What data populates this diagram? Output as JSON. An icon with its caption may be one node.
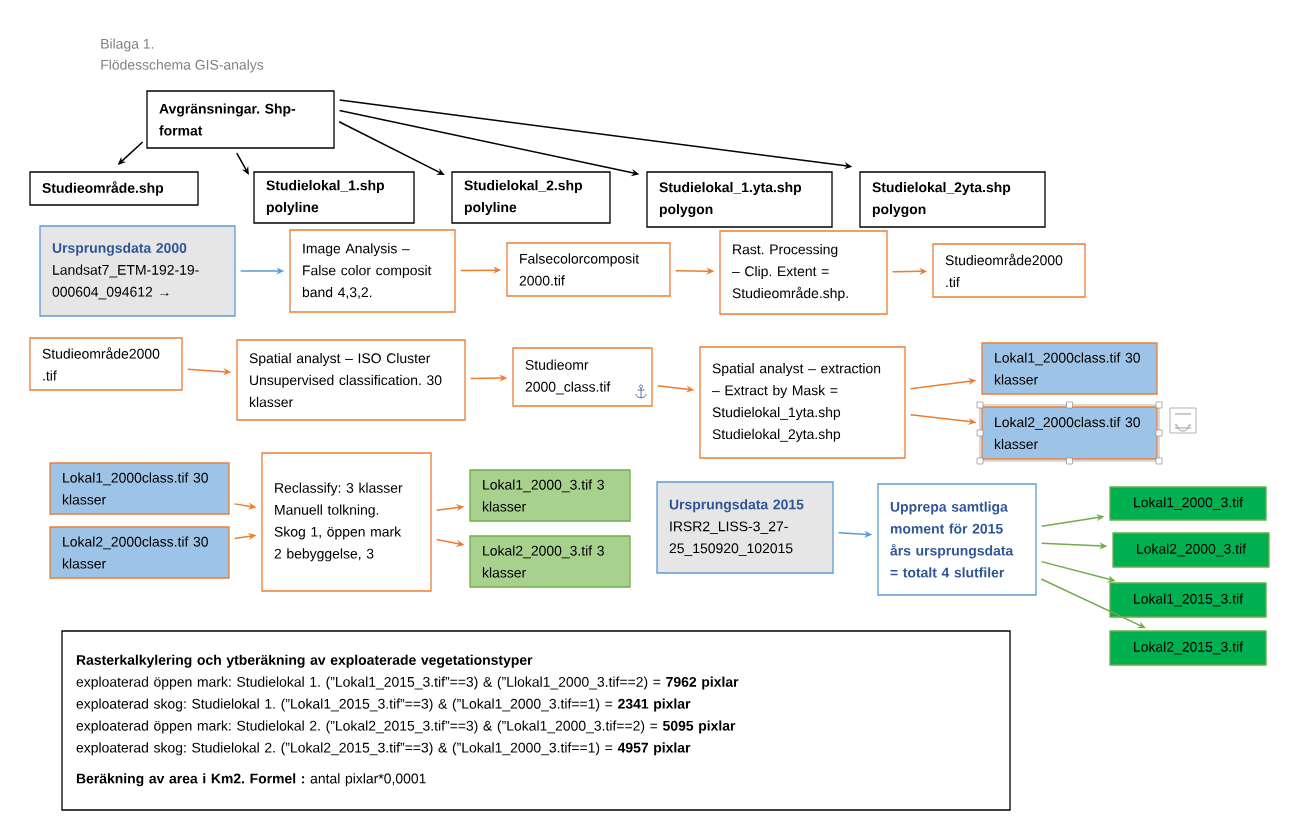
{
  "diagram": {
    "title": "Flödesschema GIS-analys",
    "labels": [
      "Bilaga 1."
    ],
    "nodes": [
      {
        "text": [
          "Avgränsningar. Shp-format"
        ]
      },
      {
        "text": [
          "Studieområde.shp"
        ]
      },
      {
        "text": [
          "Studielokal_1.shp polyline"
        ]
      },
      {
        "text": [
          "Studielokal_2.shp polyline"
        ]
      },
      {
        "text": [
          "Studielokal_1.yta.shp polygon"
        ]
      },
      {
        "text": [
          "Studielokal_2yta.shp polygon"
        ]
      },
      {
        "text": [
          "Ursprungsdata 2000",
          "Landsat7_ETM-192-19-000604_094612 →"
        ]
      },
      {
        "text": [
          "Image Analysis – False color composit band 4,3,2."
        ]
      },
      {
        "text": [
          "Falsecolorcomposit 2000.tif"
        ]
      },
      {
        "text": [
          "Rast. Processing – Clip. Extent = Studieområde.shp."
        ]
      },
      {
        "text": [
          "Studieområde2000 .tif"
        ]
      },
      {
        "text": [
          "Studieområde2000 .tif"
        ]
      },
      {
        "text": [
          "Spatial analyst – ISO Cluster Unsupervised classification. 30 klasser"
        ]
      },
      {
        "text": [
          "Studieomr 2000_class.tif"
        ]
      },
      {
        "text": [
          "Spatial analyst – extraction – Extract by Mask = Studielokal_1yta.shp Studielokal_2yta.shp"
        ]
      },
      {
        "text": [
          "Lokal1_2000class.tif 30 klasser"
        ]
      },
      {
        "text": [
          "Lokal2_2000class.tif 30 klasser"
        ]
      },
      {
        "text": [
          "Lokal1_2000class.tif 30 klasser"
        ]
      },
      {
        "text": [
          "Lokal2_2000class.tif 30 klasser"
        ]
      },
      {
        "text": [
          "Reclassify: 3 klasser Manuell tolkning. Skog 1, öppen mark 2 bebyggelse, 3"
        ]
      },
      {
        "text": [
          "Lokal1_2000_3.tif 3 klasser"
        ]
      },
      {
        "text": [
          "Lokal2_2000_3.tif 3 klasser"
        ]
      },
      {
        "text": [
          "Ursprungsdata 2015",
          "IRSR2_LISS-3_27-25_150920_102015"
        ]
      },
      {
        "text": [
          "Upprepa samtliga moment för 2015 års ursprungsdata = totalt 4 slutfiler"
        ]
      },
      {
        "text": [
          "Lokal1_2000_3.tif"
        ]
      },
      {
        "text": [
          "Lokal2_2000_3.tif"
        ]
      },
      {
        "text": [
          "Lokal1_2015_3.tif"
        ]
      },
      {
        "text": [
          "Lokal2_2015_3.tif"
        ]
      },
      {
        "text": [
          "Rasterkalkylering och ytberäkning av exploaterade vegetationstyper",
          "exploaterad öppen mark: Studielokal 1. (”Lokal1_2015_3.tif”==3) & (”Llokal1_2000_3.tif==2) = **7962 pixlar**",
          "exploaterad skog: Studielokal 1. (”Lokal1_2015_3.tif”==3) & (”Lokal1_2000_3.tif==1) = **2341 pixlar**",
          "exploaterad öppen mark: Studielokal 2. (”Lokal2_2015_3.tif”==3) & (”Lokal1_2000_3.tif==2) = **5095 pixlar**",
          "exploaterad skog: Studielokal 2. (”Lokal2_2015_3.tif”==3) & (”Lokal1_2000_3.tif==1) = **4957 pixlar**",
          "**Beräkning av area i Km2. Formel :** antal pixlar*0,0001"
        ]
      }
    ],
    "edges": [
      {
        "from": 0,
        "to": 1,
        "arrow": "to",
        "color": "#000000"
      },
      {
        "from": 0,
        "to": 2,
        "arrow": "to",
        "color": "#000000"
      },
      {
        "from": 0,
        "to": 3,
        "arrow": "to",
        "color": "#000000"
      },
      {
        "from": 0,
        "to": 4,
        "arrow": "to",
        "color": "#000000"
      },
      {
        "from": 0,
        "to": 5,
        "arrow": "to",
        "color": "#000000"
      },
      {
        "from": 6,
        "to": 7,
        "arrow": "to",
        "color": "#5b9bd5"
      },
      {
        "from": 7,
        "to": 8,
        "arrow": "to"
      },
      {
        "from": 8,
        "to": 9,
        "arrow": "to"
      },
      {
        "from": 9,
        "to": 10,
        "arrow": "to"
      },
      {
        "from": 11,
        "to": 12,
        "arrow": "to"
      },
      {
        "from": 12,
        "to": 13,
        "arrow": "to"
      },
      {
        "from": 13,
        "to": 14,
        "arrow": "to"
      },
      {
        "from": 14,
        "to": 15,
        "arrow": "to"
      },
      {
        "from": 14,
        "to": 16,
        "arrow": "to"
      },
      {
        "from": 17,
        "to": 19,
        "arrow": "to"
      },
      {
        "from": 18,
        "to": 19,
        "arrow": "to"
      },
      {
        "from": 19,
        "to": 20,
        "arrow": "to"
      },
      {
        "from": 19,
        "to": 21,
        "arrow": "to"
      },
      {
        "from": 22,
        "to": 23,
        "arrow": "to",
        "color": "#5b9bd5"
      },
      {
        "from": 23,
        "to": 24,
        "arrow": "to",
        "color": "#70ad47"
      },
      {
        "from": 23,
        "to": 25,
        "arrow": "to",
        "color": "#70ad47"
      },
      {
        "from": 23,
        "to": 26,
        "arrow": "to",
        "color": "#70ad47"
      },
      {
        "from": 23,
        "to": 27,
        "arrow": "to",
        "color": "#70ad47"
      }
    ]
  }
}
